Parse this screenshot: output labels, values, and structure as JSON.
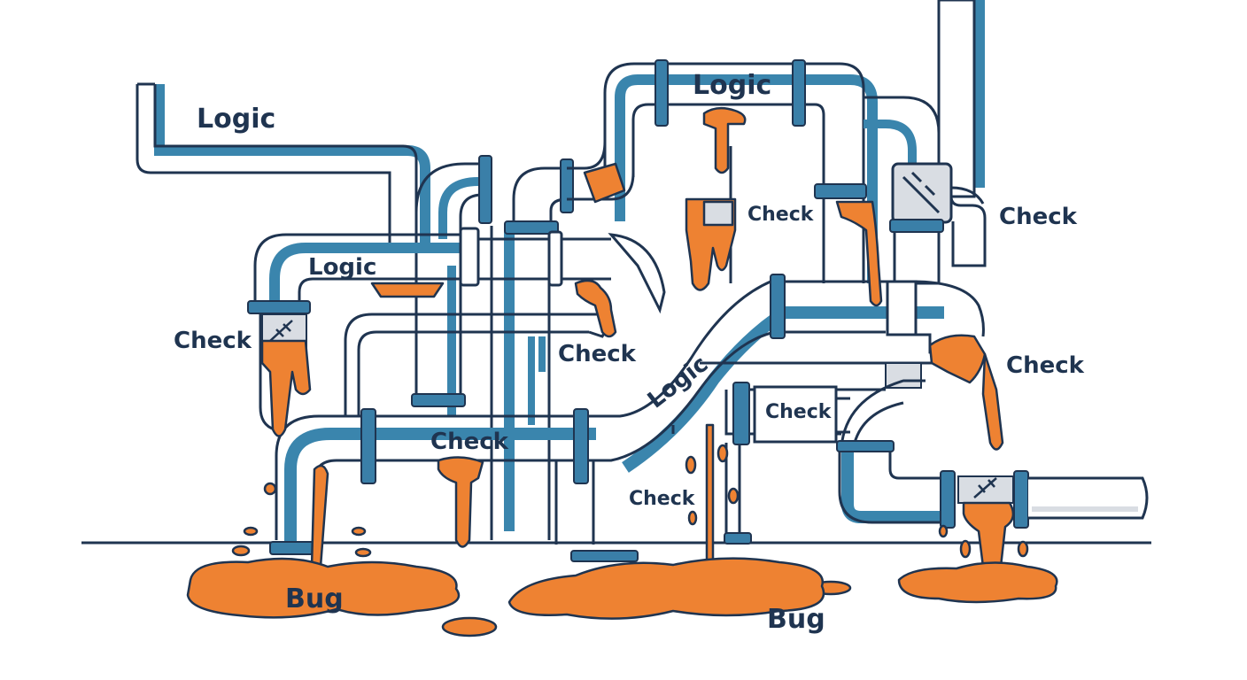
{
  "labels": {
    "logic_top_left": "Logic",
    "logic_top_center": "Logic",
    "logic_mid_left": "Logic",
    "logic_diagonal": "Logic",
    "check_right_top": "Check",
    "check_center_top": "Check",
    "check_left": "Check",
    "check_mid": "Check",
    "check_right_mid": "Check",
    "check_box": "Check",
    "check_lower_pipe": "Check",
    "check_bottom": "Check",
    "bug_left": "Bug",
    "bug_center": "Bug"
  },
  "colors": {
    "outline": "#1f3450",
    "pipe": "#ffffff",
    "shadow": "#3a85ad",
    "flange": "#3a7fa8",
    "leak": "#ee8232",
    "patch": "#d9dde3",
    "background": "#ffffff"
  }
}
